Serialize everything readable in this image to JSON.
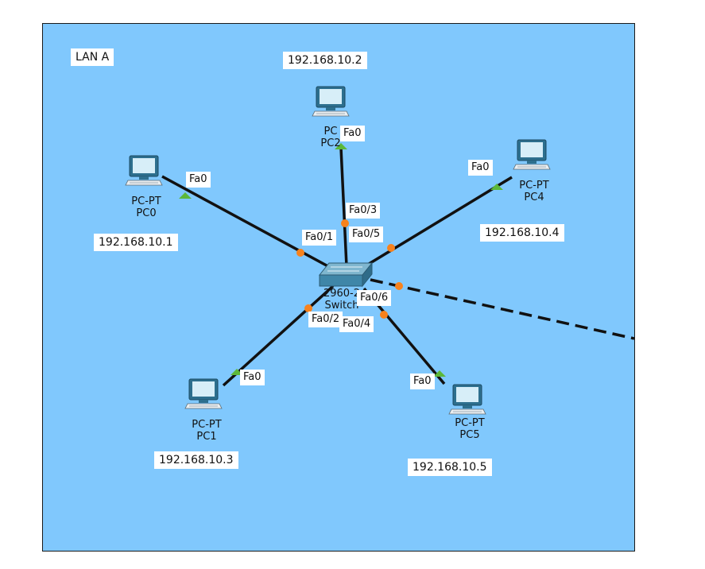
{
  "lan_label": "LAN A",
  "devices": {
    "pc0": {
      "model": "PC-PT",
      "name": "PC0",
      "ip": "192.168.10.1",
      "port": "Fa0"
    },
    "pc1": {
      "model": "PC-PT",
      "name": "PC1",
      "ip": "192.168.10.3",
      "port": "Fa0"
    },
    "pc2": {
      "model": "PC",
      "name": "PC2",
      "ip": "192.168.10.2",
      "port": "Fa0"
    },
    "pc4": {
      "model": "PC-PT",
      "name": "PC4",
      "ip": "192.168.10.4",
      "port": "Fa0"
    },
    "pc5": {
      "model": "PC-PT",
      "name": "PC5",
      "ip": "192.168.10.5",
      "port": "Fa0"
    },
    "switch": {
      "model": "2960-2",
      "name": "Switch"
    }
  },
  "switch_ports": {
    "to_pc0": "Fa0/1",
    "to_pc1": "Fa0/2",
    "to_pc2": "Fa0/3",
    "to_pc5": "Fa0/4",
    "to_pc4": "Fa0/5",
    "uplink": "Fa0/6"
  },
  "colors": {
    "workspace": "#80c8fd",
    "link": "#111111",
    "link_up": "#5cb83a",
    "link_pending": "#f7821d"
  }
}
